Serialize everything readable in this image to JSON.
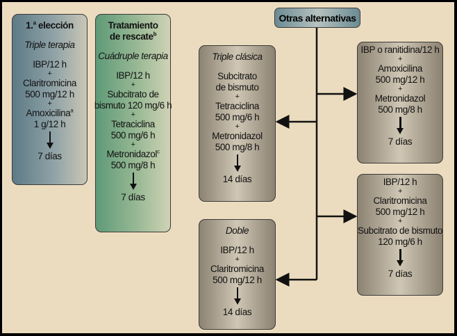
{
  "header": {
    "label": "Otras alternativas"
  },
  "boxes": [
    {
      "id": "primera-eleccion",
      "lines": [
        {
          "k": "title",
          "t": "1.",
          "sup": "a",
          "t2": " elección"
        },
        {
          "k": "gap"
        },
        {
          "k": "ital",
          "t": "Triple terapia"
        },
        {
          "k": "gap"
        },
        {
          "k": "text",
          "t": "IBP/12 h"
        },
        {
          "k": "plus",
          "t": "+"
        },
        {
          "k": "text",
          "t": "Claritromicina"
        },
        {
          "k": "text",
          "t": "500 mg/12 h"
        },
        {
          "k": "plus",
          "t": "+"
        },
        {
          "k": "text",
          "t": "Amoxicilina",
          "sup": "a"
        },
        {
          "k": "text",
          "t": "1 g/12 h"
        },
        {
          "k": "arrow"
        },
        {
          "k": "text",
          "t": "7 días"
        }
      ]
    },
    {
      "id": "tratamiento-rescate",
      "lines": [
        {
          "k": "title",
          "t": "Tratamiento"
        },
        {
          "k": "title",
          "t": "de rescate",
          "sup": "b"
        },
        {
          "k": "gap"
        },
        {
          "k": "ital",
          "t": "Cuádruple terapia"
        },
        {
          "k": "gap"
        },
        {
          "k": "text",
          "t": "IBP/12 h"
        },
        {
          "k": "plus",
          "t": "+"
        },
        {
          "k": "text",
          "t": "Subcitrato de"
        },
        {
          "k": "text",
          "t": "bismuto 120 mg/6 h"
        },
        {
          "k": "plus",
          "t": "+"
        },
        {
          "k": "text",
          "t": "Tetraciclina"
        },
        {
          "k": "text",
          "t": "500 mg/6 h"
        },
        {
          "k": "plus",
          "t": "+"
        },
        {
          "k": "text",
          "t": "Metronidazol",
          "sup": "c"
        },
        {
          "k": "text",
          "t": "500 mg/8 h"
        },
        {
          "k": "arrow"
        },
        {
          "k": "text",
          "t": "7 días"
        }
      ]
    },
    {
      "id": "triple-clasica",
      "lines": [
        {
          "k": "ital",
          "t": "Triple clásica"
        },
        {
          "k": "gap"
        },
        {
          "k": "text",
          "t": "Subcitrato"
        },
        {
          "k": "text",
          "t": "de bismuto"
        },
        {
          "k": "plus",
          "t": "+"
        },
        {
          "k": "text",
          "t": "Tetraciclina"
        },
        {
          "k": "text",
          "t": "500 mg/6 h"
        },
        {
          "k": "plus",
          "t": "+"
        },
        {
          "k": "text",
          "t": "Metronidazol"
        },
        {
          "k": "text",
          "t": "500 mg/8 h"
        },
        {
          "k": "arrow"
        },
        {
          "k": "text",
          "t": "14 días"
        }
      ]
    },
    {
      "id": "doble",
      "lines": [
        {
          "k": "ital",
          "t": "Doble"
        },
        {
          "k": "gap"
        },
        {
          "k": "text",
          "t": "IBP/12 h"
        },
        {
          "k": "plus",
          "t": "+"
        },
        {
          "k": "text",
          "t": "Claritromicina"
        },
        {
          "k": "text",
          "t": "500 mg/12 h"
        },
        {
          "k": "arrow"
        },
        {
          "k": "text",
          "t": "14 días"
        }
      ]
    },
    {
      "id": "ibp-ranitidina",
      "lines": [
        {
          "k": "text",
          "t": "IBP o ranitidina/12 h"
        },
        {
          "k": "plus",
          "t": "+"
        },
        {
          "k": "text",
          "t": "Amoxicilina"
        },
        {
          "k": "text",
          "t": "500 mg/12 h"
        },
        {
          "k": "plus",
          "t": "+"
        },
        {
          "k": "text",
          "t": "Metronidazol"
        },
        {
          "k": "text",
          "t": "500 mg/8 h"
        },
        {
          "k": "arrow"
        },
        {
          "k": "text",
          "t": "7 días"
        }
      ]
    },
    {
      "id": "ibp-claritromicina-bismuto",
      "lines": [
        {
          "k": "text",
          "t": "IBP/12 h"
        },
        {
          "k": "plus",
          "t": "+"
        },
        {
          "k": "text",
          "t": "Claritromicina"
        },
        {
          "k": "text",
          "t": "500 mg/12 h"
        },
        {
          "k": "plus",
          "t": "+"
        },
        {
          "k": "text",
          "t": "Subcitrato de bismuto"
        },
        {
          "k": "text",
          "t": "120 mg/6 h"
        },
        {
          "k": "arrow"
        },
        {
          "k": "text",
          "t": "7 días"
        }
      ]
    }
  ]
}
